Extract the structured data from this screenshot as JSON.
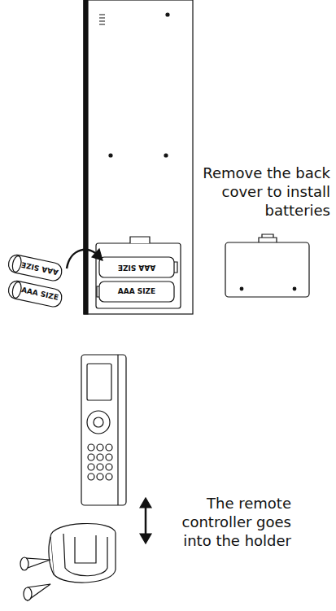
{
  "diagram": {
    "labels": [
      "Remove the back cover to install batteries",
      "AAA SIZE",
      "AAA SIZE",
      "AAA SIZE",
      "AAA SIZE",
      "The remote controller goes into the holder"
    ]
  }
}
